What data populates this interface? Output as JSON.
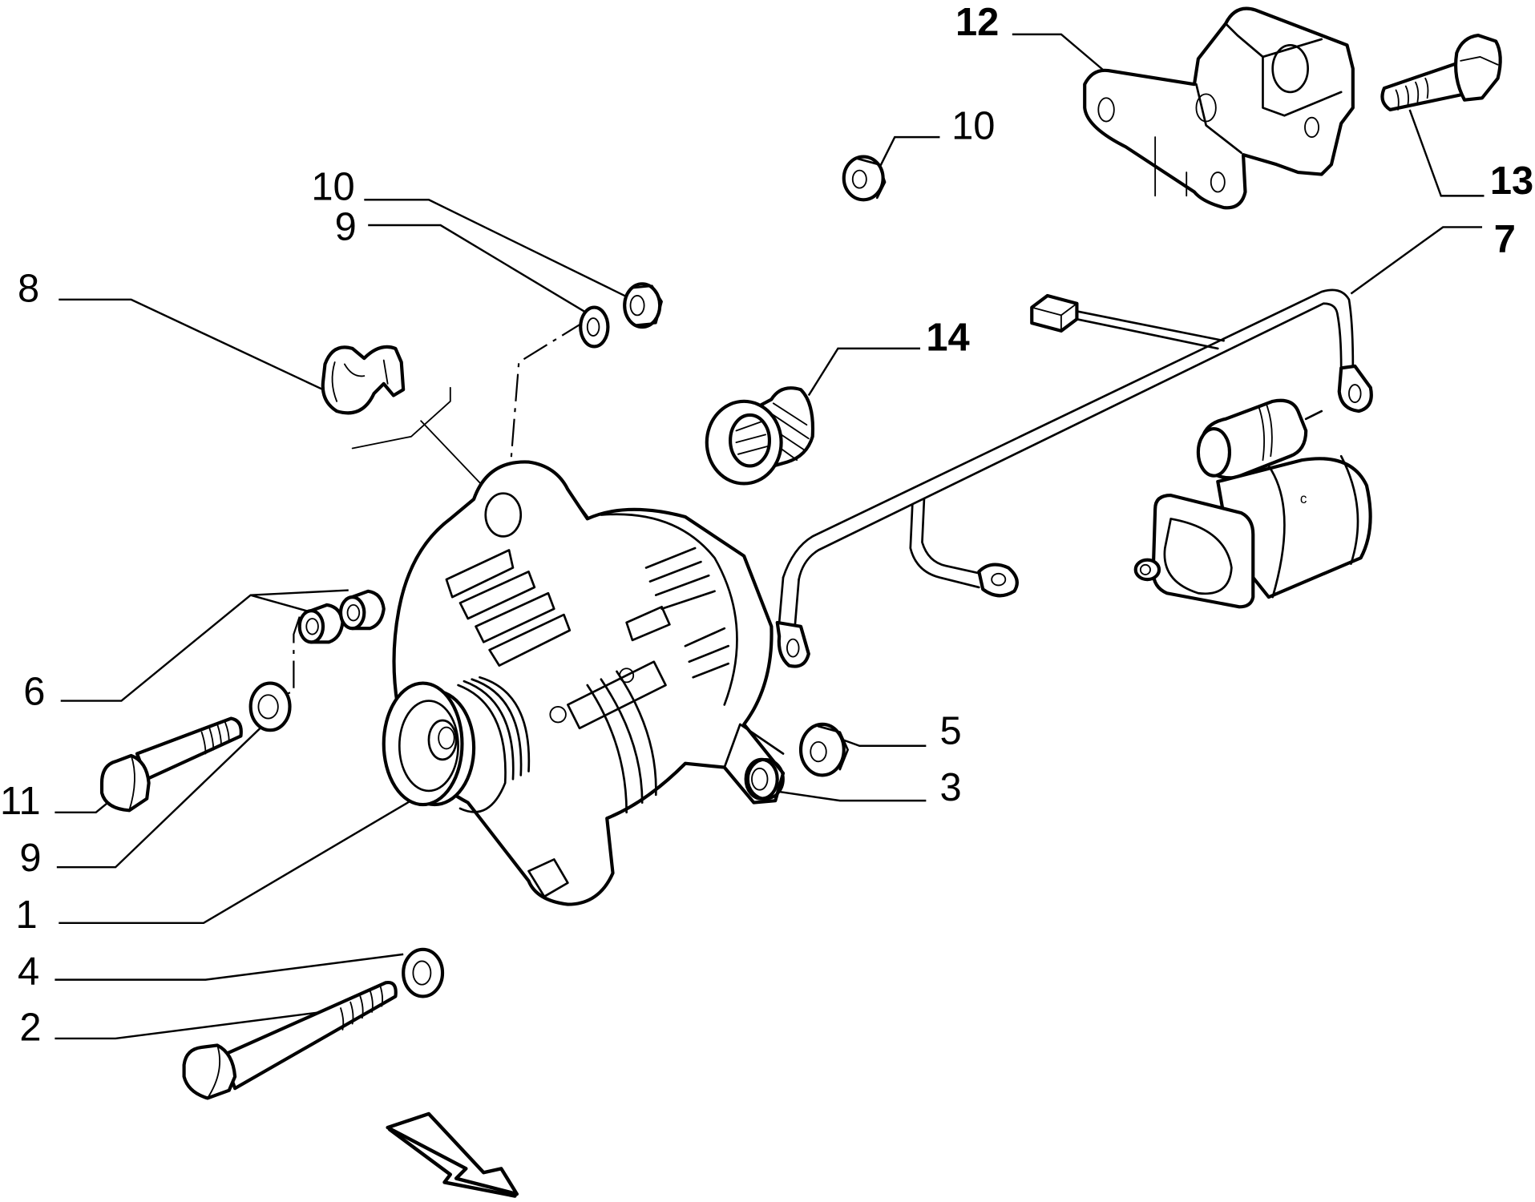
{
  "diagram": {
    "title": "",
    "background_color": "#ffffff",
    "line_color": "#000000",
    "callouts": [
      {
        "id": "c1",
        "text": "1",
        "part": "alternator",
        "bold": false
      },
      {
        "id": "c2",
        "text": "2",
        "part": "long-bolt",
        "bold": false
      },
      {
        "id": "c3",
        "text": "3",
        "part": "bushing-in-bracket",
        "bold": false
      },
      {
        "id": "c4",
        "text": "4",
        "part": "washer-lower",
        "bold": false
      },
      {
        "id": "c5",
        "text": "5",
        "part": "nut-right",
        "bold": false
      },
      {
        "id": "c6",
        "text": "6",
        "part": "spacer-pair",
        "bold": false
      },
      {
        "id": "c7",
        "text": "7",
        "part": "wiring-harness",
        "bold": false
      },
      {
        "id": "c8",
        "text": "8",
        "part": "clip",
        "bold": false
      },
      {
        "id": "c9a",
        "text": "9",
        "part": "washer-top",
        "bold": false
      },
      {
        "id": "c9b",
        "text": "9",
        "part": "washer-left",
        "bold": false
      },
      {
        "id": "c10a",
        "text": "10",
        "part": "nut-top-left",
        "bold": false
      },
      {
        "id": "c10b",
        "text": "10",
        "part": "nut-top-center",
        "bold": false
      },
      {
        "id": "c11",
        "text": "11",
        "part": "bolt-left",
        "bold": false
      },
      {
        "id": "c12",
        "text": "12",
        "part": "bracket",
        "bold": true
      },
      {
        "id": "c13",
        "text": "13",
        "part": "bracket-bolt",
        "bold": true
      },
      {
        "id": "c14",
        "text": "14",
        "part": "bushing-sleeve",
        "bold": true
      }
    ],
    "parts": [
      "alternator",
      "long-bolt",
      "bushing-in-bracket",
      "washer-lower",
      "nut-right",
      "spacer-pair",
      "wiring-harness",
      "clip",
      "washer-top",
      "washer-left",
      "nut-top-left",
      "nut-top-center",
      "bolt-left",
      "bracket",
      "bracket-bolt",
      "bushing-sleeve",
      "starter-motor",
      "direction-arrow"
    ]
  }
}
